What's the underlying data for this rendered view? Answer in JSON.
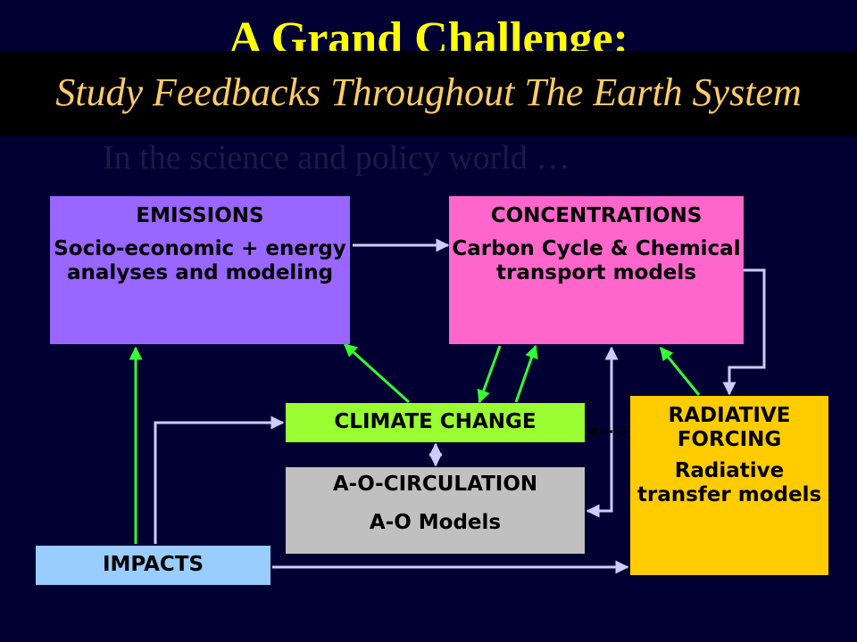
{
  "title": "A Grand Challenge:",
  "subtitle": "Study Feedbacks Throughout The Earth System",
  "background_text": "In the science and policy world …",
  "colors": {
    "background": "#000033",
    "title": "#ffff00",
    "subtitle": "#ffcc66",
    "green_arrow": "#33ff33",
    "light_arrow": "#ccccff"
  },
  "boxes": {
    "emissions": {
      "heading": "EMISSIONS",
      "body": "Socio-economic + energy analyses and modeling",
      "color": "#9966ff"
    },
    "concentrations": {
      "heading": "CONCENTRATIONS",
      "body": "Carbon Cycle & Chemical transport models",
      "color": "#ff66cc"
    },
    "climate_change": {
      "heading": "CLIMATE CHANGE",
      "color": "#99ff33"
    },
    "aoc": {
      "heading": "A-O-CIRCULATION",
      "body": "A-O Models",
      "color": "#c0c0c0"
    },
    "radiative": {
      "heading": "RADIATIVE FORCING",
      "body": "Radiative transfer models",
      "color": "#ffcc00"
    },
    "impacts": {
      "heading": "IMPACTS",
      "color": "#99ccff"
    }
  }
}
